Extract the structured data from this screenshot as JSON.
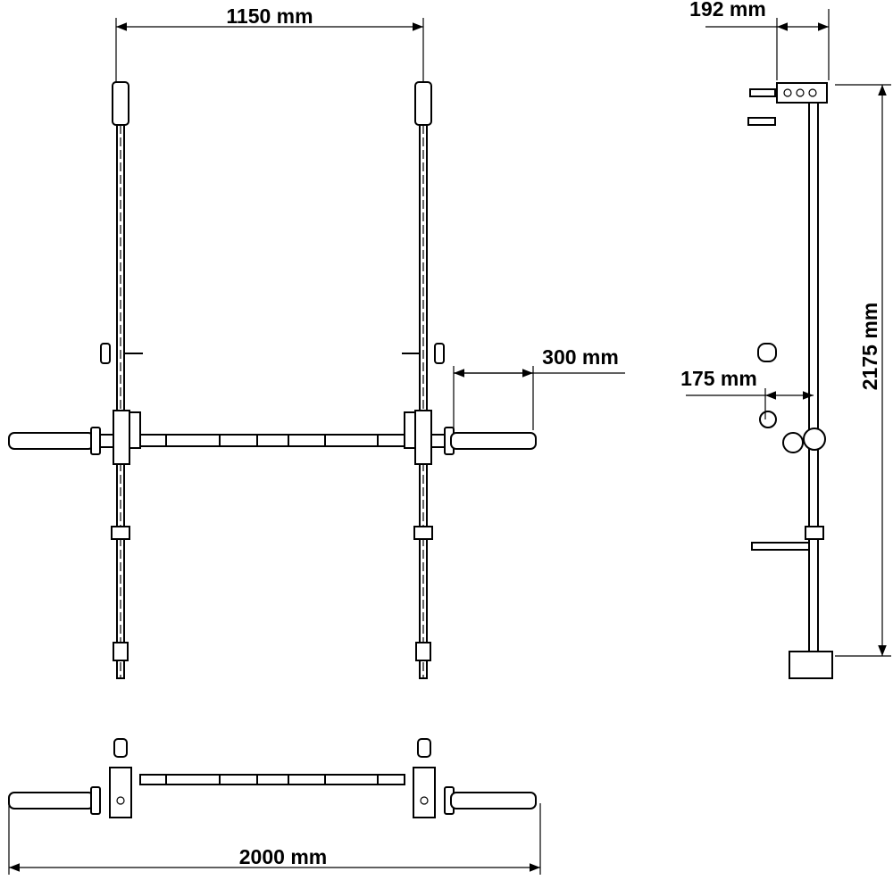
{
  "dimensions": {
    "upright_spacing": "1150 mm",
    "sleeve_length": "300 mm",
    "bracket_depth": "192 mm",
    "height": "2175 mm",
    "bar_offset": "175 mm",
    "bar_length": "2000 mm"
  },
  "colors": {
    "line": "#000000",
    "background": "#ffffff"
  }
}
